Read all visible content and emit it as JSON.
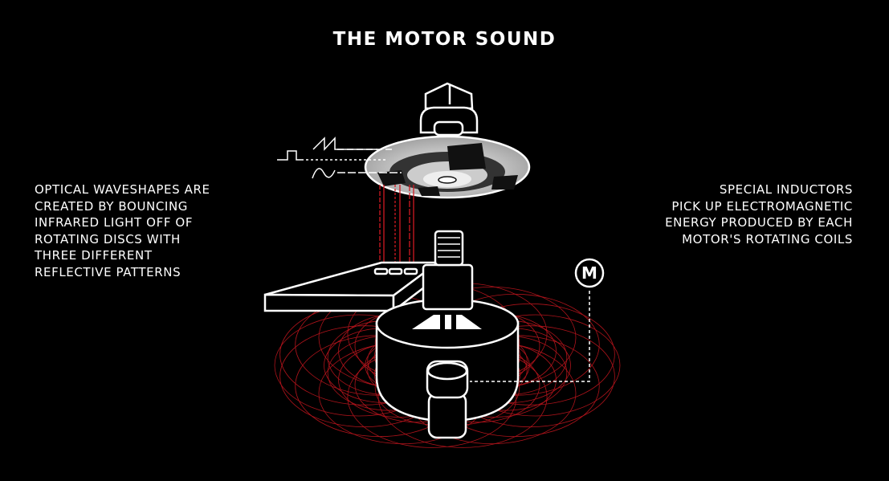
{
  "title": "THE MOTOR SOUND",
  "left_caption": [
    "OPTICAL WAVESHAPES ARE",
    "CREATED BY BOUNCING",
    "INFRARED LIGHT OFF OF",
    "ROTATING DISCS WITH",
    "THREE DIFFERENT",
    "REFLECTIVE PATTERNS"
  ],
  "right_caption": [
    "SPECIAL INDUCTORS",
    "PICK UP ELECTROMAGNETIC",
    "ENERGY PRODUCED BY EACH",
    "MOTOR'S ROTATING COILS"
  ],
  "motor_badge": "M",
  "colors": {
    "background": "#000000",
    "line": "#ffffff",
    "field": "#c0161e"
  }
}
